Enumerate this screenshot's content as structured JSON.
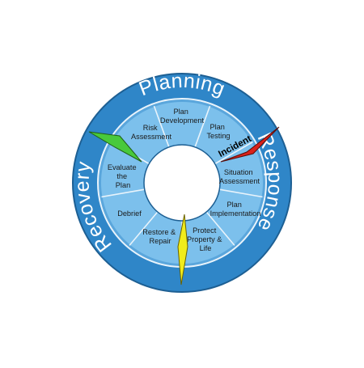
{
  "colors": {
    "outer_ring": "#2f86c8",
    "outer_ring_edge": "#1d5f93",
    "middle_ring": "#5aa6dc",
    "inner_ring": "#7cc0ec",
    "divider": "#e8f3fb",
    "phase_text": "#ffffff",
    "incident_marker": "#d9221b",
    "recovery_marker": "#48c93b",
    "response_marker": "#f0ec1c"
  },
  "phases": [
    {
      "key": "planning",
      "label": "Planning"
    },
    {
      "key": "response",
      "label": "Response"
    },
    {
      "key": "recovery",
      "label": "Recovery"
    }
  ],
  "segments": [
    {
      "key": "plan-development",
      "lines": [
        "Plan",
        "Development"
      ]
    },
    {
      "key": "plan-testing",
      "lines": [
        "Plan",
        "Testing"
      ]
    },
    {
      "key": "situation-assessment",
      "lines": [
        "Situation",
        "Assessment"
      ]
    },
    {
      "key": "plan-implementation",
      "lines": [
        "Plan",
        "Implementation"
      ]
    },
    {
      "key": "protect-property-life",
      "lines": [
        "Protect",
        "Property &",
        "Life"
      ]
    },
    {
      "key": "restore-repair",
      "lines": [
        "Restore &",
        "Repair"
      ]
    },
    {
      "key": "debrief",
      "lines": [
        "Debrief"
      ]
    },
    {
      "key": "evaluate-the-plan",
      "lines": [
        "Evaluate",
        "the",
        "Plan"
      ]
    },
    {
      "key": "risk-assessment",
      "lines": [
        "Risk",
        "Assessment"
      ]
    }
  ],
  "markers": [
    {
      "key": "incident",
      "label": "Incident",
      "icon": "red-arrow-marker"
    },
    {
      "key": "recovery-start",
      "icon": "green-arrow-marker"
    },
    {
      "key": "response-end",
      "icon": "yellow-arrow-marker"
    }
  ]
}
